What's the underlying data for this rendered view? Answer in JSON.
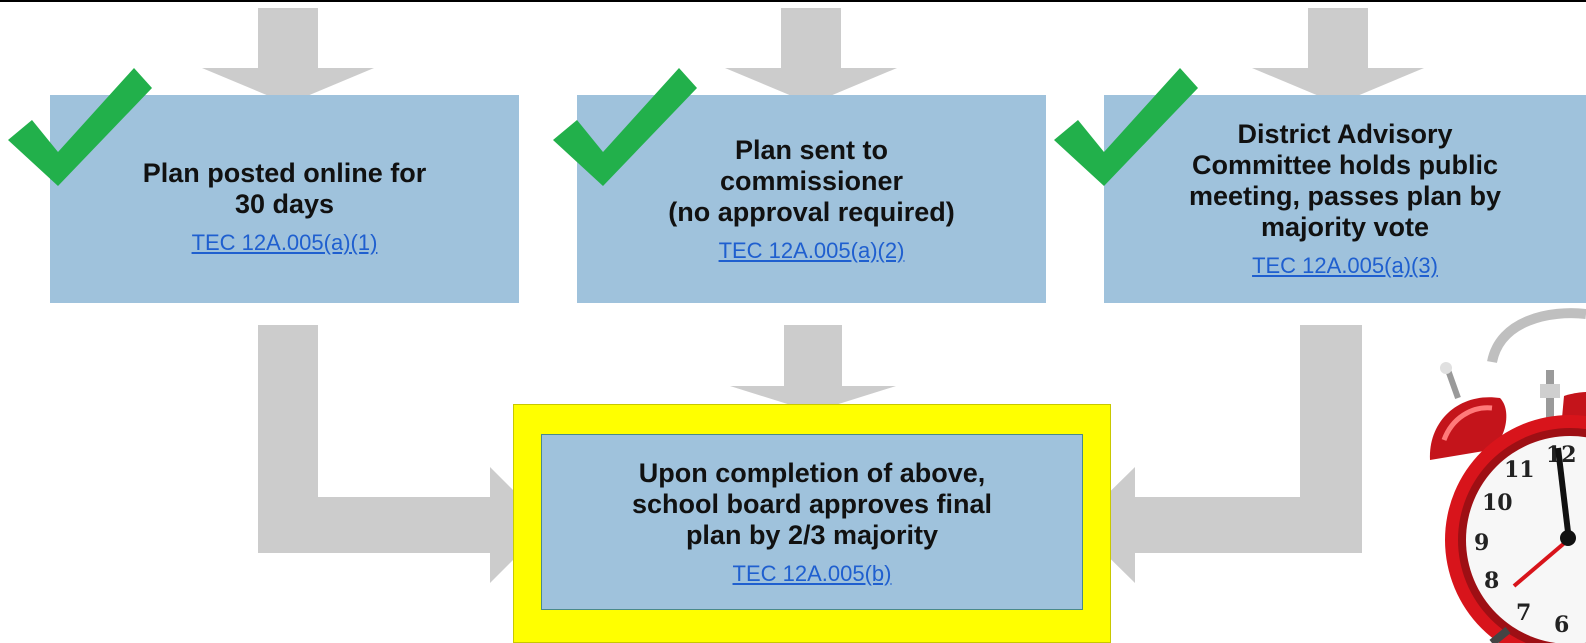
{
  "boxes": [
    {
      "title_lines": [
        "Plan posted online for",
        "30 days"
      ],
      "link": "TEC 12A.005(a)(1)",
      "checked": true
    },
    {
      "title_lines": [
        "Plan sent to",
        "commissioner",
        "(no approval required)"
      ],
      "link": "TEC 12A.005(a)(2)",
      "checked": true
    },
    {
      "title_lines": [
        "District Advisory",
        "Committee holds public",
        "meeting, passes plan by",
        "majority vote"
      ],
      "link": "TEC 12A.005(a)(3)",
      "checked": true
    }
  ],
  "final_box": {
    "title_lines": [
      "Upon completion of above,",
      "school board approves final",
      "plan by 2/3 majority"
    ],
    "link": "TEC 12A.005(b)"
  },
  "clock_numbers": [
    "12",
    "11",
    "10",
    "9",
    "8",
    "7",
    "6"
  ],
  "colors": {
    "box_fill": "#9fc2dc",
    "arrow": "#cccccc",
    "check": "#22b04b",
    "highlight": "#ffff00",
    "link": "#1f5fcf",
    "clock_red": "#d8141b"
  }
}
